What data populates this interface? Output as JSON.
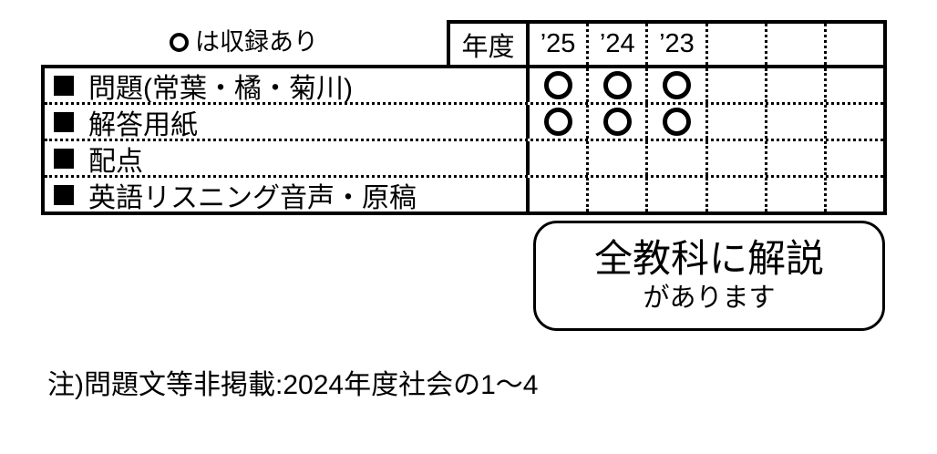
{
  "legend": {
    "symbol": "〇",
    "text": "は収録あり"
  },
  "table": {
    "year_header": "年度",
    "bullet_symbol": "■",
    "included_symbol": "〇",
    "years": [
      "’25",
      "’24",
      "’23",
      "",
      "",
      ""
    ],
    "rows": [
      {
        "label": "問題(常葉・橘・菊川)",
        "cells": [
          "〇",
          "〇",
          "〇",
          "",
          "",
          ""
        ]
      },
      {
        "label": "解答用紙",
        "cells": [
          "〇",
          "〇",
          "〇",
          "",
          "",
          ""
        ]
      },
      {
        "label": "配点",
        "cells": [
          "",
          "",
          "",
          "",
          "",
          ""
        ]
      },
      {
        "label": "英語リスニング音声・原稿",
        "cells": [
          "",
          "",
          "",
          "",
          "",
          ""
        ]
      }
    ]
  },
  "callout": {
    "line1": "全教科に解説",
    "line2": "があります"
  },
  "note": "注)問題文等非掲載:2024年度社会の1～4",
  "colors": {
    "ink": "#000000",
    "background": "#ffffff"
  }
}
